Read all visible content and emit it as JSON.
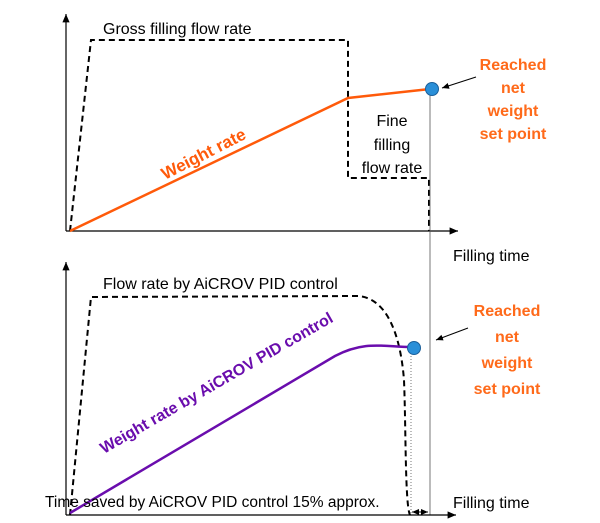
{
  "top": {
    "flow_label": "Gross filling flow rate",
    "weight_label": "Weight rate",
    "fine_label": [
      "Fine",
      "filling",
      "flow rate"
    ],
    "setpoint_label": [
      "Reached",
      "net",
      "weight",
      "set point"
    ],
    "x_label": "Filling time"
  },
  "bottom": {
    "flow_label": "Flow rate by AiCROV PID control",
    "weight_label": "Weight rate by AiCROV PID control",
    "setpoint_label": [
      "Reached",
      "net",
      "weight",
      "set point"
    ],
    "x_label": "Filling time",
    "saved_label": "Time saved by AiCROV PID control 15% approx."
  },
  "colors": {
    "orange": "#ff5a0a",
    "purple": "#6a0dad",
    "dot": "#2a8fd8",
    "label_orange": "#ff6a1a"
  }
}
